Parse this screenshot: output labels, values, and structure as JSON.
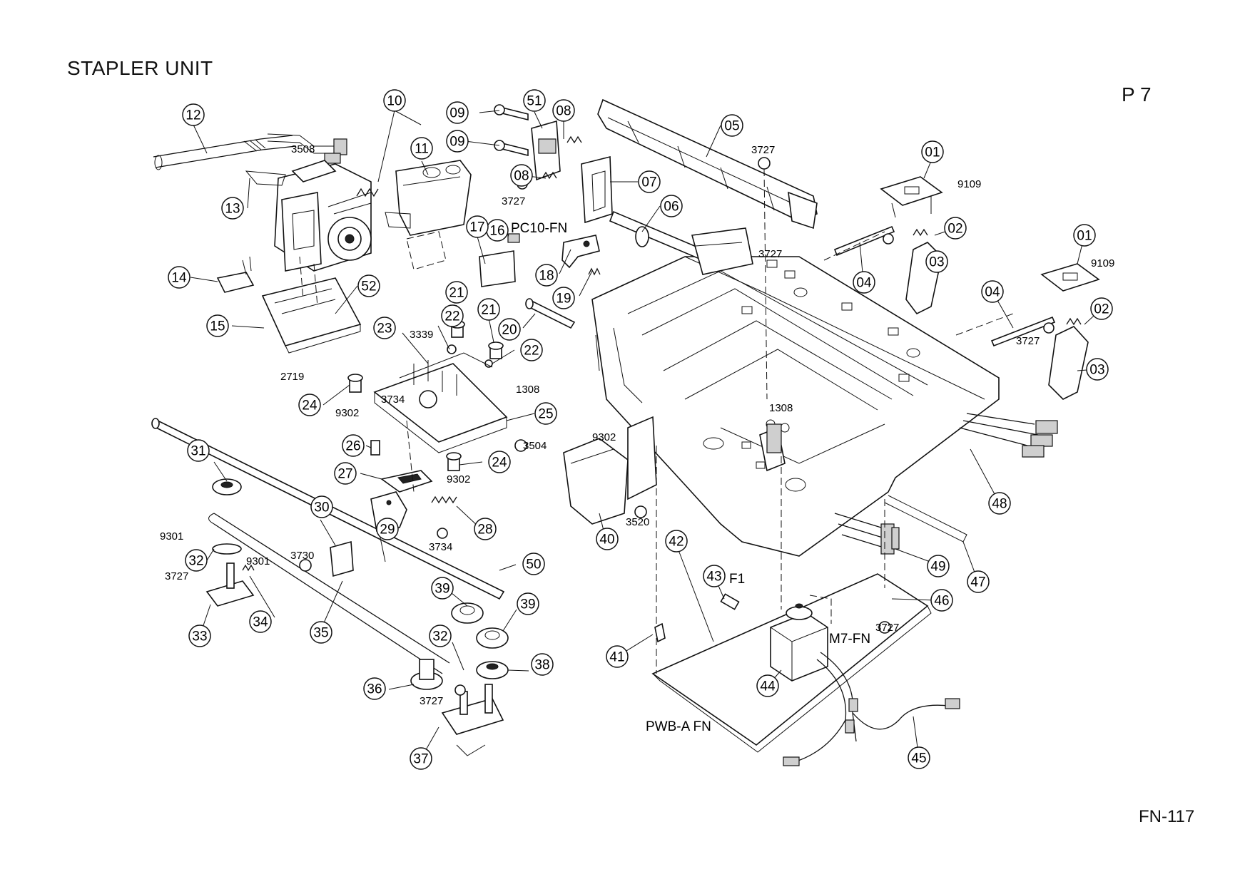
{
  "header": {
    "title": "STAPLER UNIT",
    "page": "P 7"
  },
  "footer": {
    "doc_number": "FN-117"
  },
  "labels": {
    "sensor": "PC10-FN",
    "fuse": "F1",
    "motor": "M7-FN",
    "board": "PWB-A FN"
  },
  "callouts": [
    "12",
    "10",
    "11",
    "09",
    "09",
    "51",
    "08",
    "08",
    "07",
    "05",
    "06",
    "13",
    "14",
    "15",
    "52",
    "16",
    "17",
    "18",
    "19",
    "20",
    "21",
    "21",
    "22",
    "22",
    "23",
    "24",
    "24",
    "25",
    "26",
    "27",
    "28",
    "29",
    "30",
    "31",
    "32",
    "32",
    "33",
    "34",
    "35",
    "36",
    "37",
    "38",
    "39",
    "39",
    "40",
    "41",
    "42",
    "43",
    "44",
    "45",
    "46",
    "47",
    "48",
    "49",
    "50",
    "01",
    "01",
    "02",
    "02",
    "03",
    "03",
    "04",
    "04"
  ],
  "codes": [
    "3508",
    "3727",
    "3727",
    "3727",
    "3727",
    "3727",
    "3727",
    "3727",
    "3339",
    "2719",
    "3734",
    "3734",
    "9302",
    "9302",
    "9302",
    "3504",
    "1308",
    "1308",
    "3520",
    "9301",
    "9301",
    "3730",
    "9109",
    "9109"
  ]
}
